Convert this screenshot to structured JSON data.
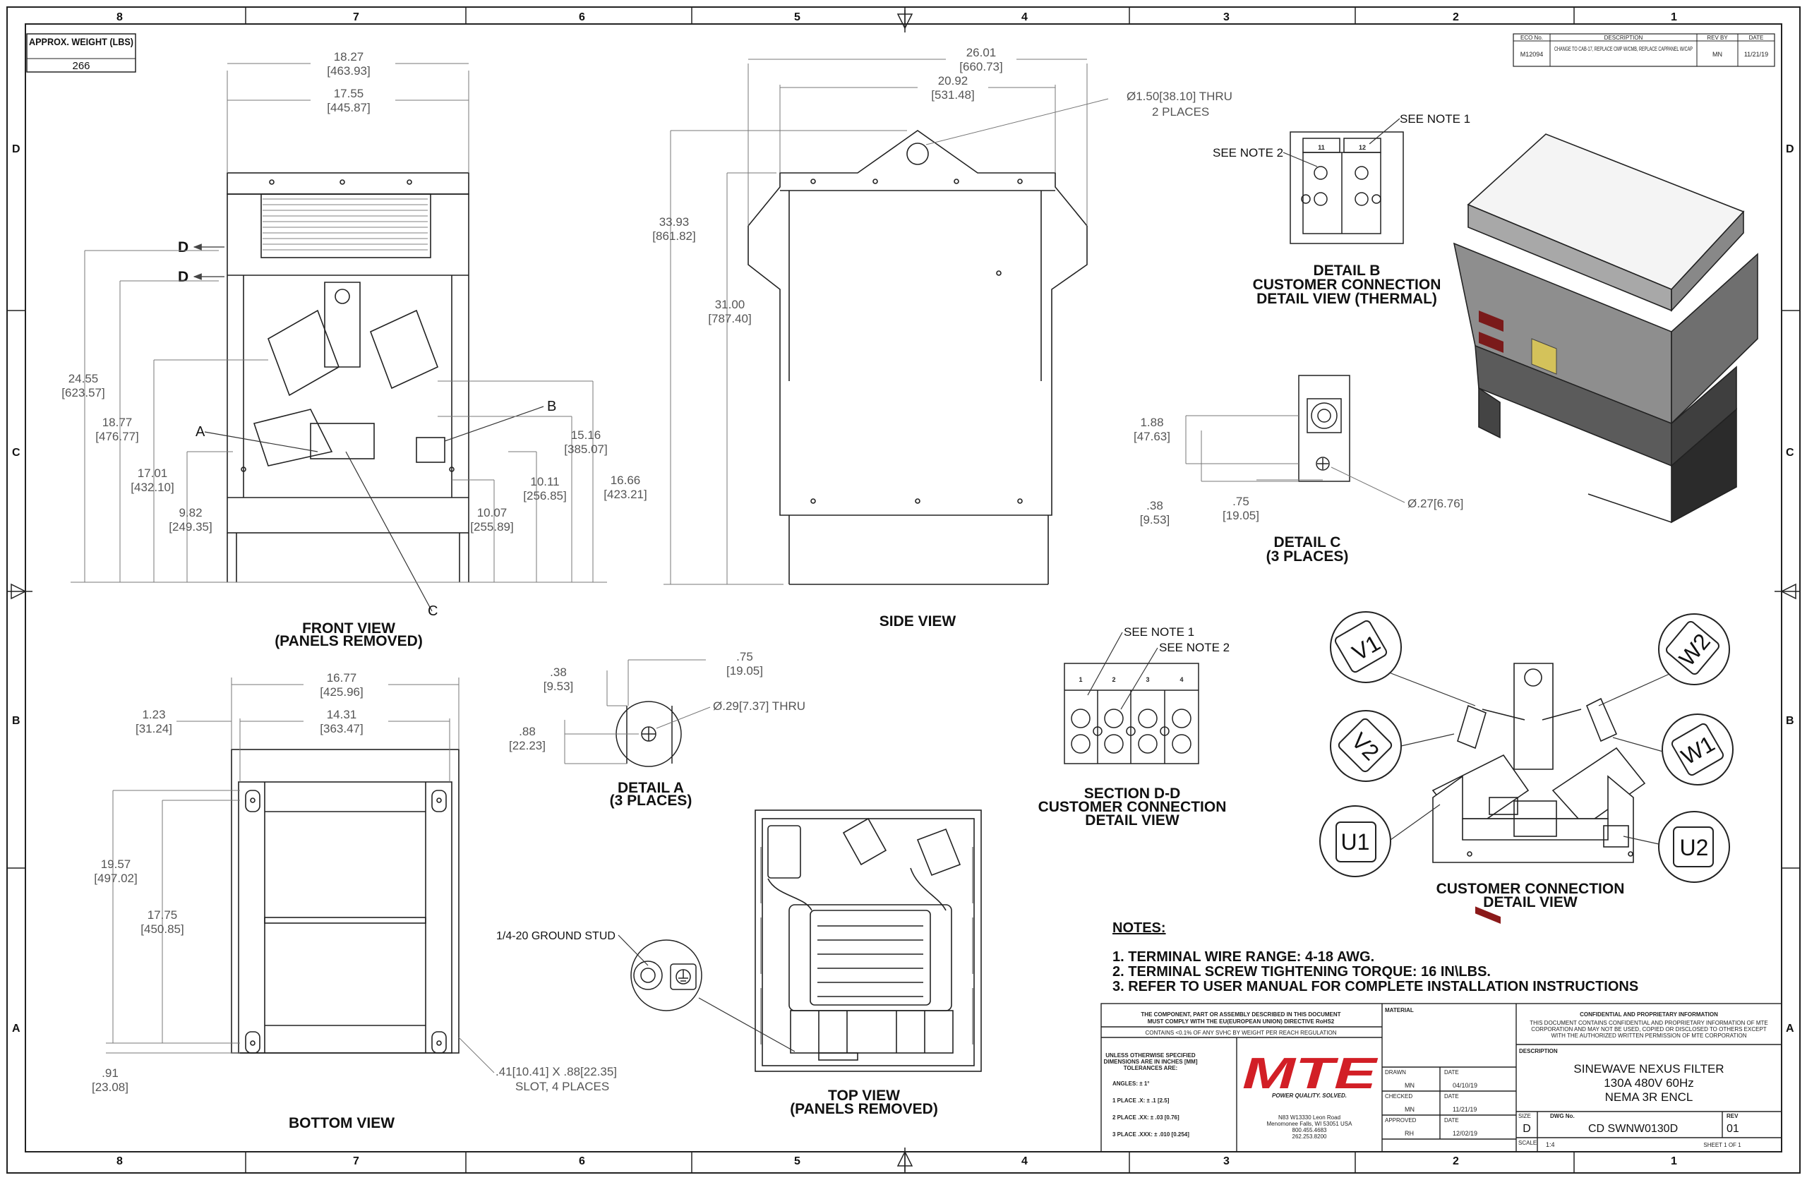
{
  "border": {
    "columns": [
      "8",
      "7",
      "6",
      "5",
      "4",
      "3",
      "2",
      "1"
    ],
    "rows": [
      "D",
      "C",
      "B",
      "A"
    ]
  },
  "weight_box": {
    "label": "APPROX. WEIGHT (LBS)",
    "value": "266"
  },
  "revision_table": {
    "headers": [
      "ECO No.",
      "DESCRIPTION",
      "REV BY",
      "DATE"
    ],
    "row": {
      "eco": "M12094",
      "description": "CHANGE TO CAB-17, REPLACE CMP W/CMB, REPLACE CAPPANEL W/CAP",
      "rev_by": "MN",
      "date": "11/21/19"
    }
  },
  "views": {
    "front": {
      "title": "FRONT VIEW",
      "subtitle": "(PANELS REMOVED)"
    },
    "side": {
      "title": "SIDE VIEW"
    },
    "bottom": {
      "title": "BOTTOM VIEW"
    },
    "top": {
      "title": "TOP VIEW",
      "subtitle": "(PANELS REMOVED)"
    },
    "detail_a": {
      "title": "DETAIL A",
      "subtitle": "(3 PLACES)"
    },
    "detail_b": {
      "title": "DETAIL B",
      "line2": "CUSTOMER CONNECTION",
      "line3": "DETAIL VIEW (THERMAL)"
    },
    "detail_c": {
      "title": "DETAIL C",
      "subtitle": "(3 PLACES)"
    },
    "section_dd": {
      "title": "SECTION D-D",
      "line2": "CUSTOMER CONNECTION",
      "line3": "DETAIL VIEW"
    },
    "customer": {
      "title": "CUSTOMER CONNECTION",
      "subtitle": "DETAIL VIEW"
    }
  },
  "callouts": {
    "a": "A",
    "b": "B",
    "c": "C",
    "d": "D",
    "see_note_1": "SEE NOTE 1",
    "see_note_2": "SEE NOTE 2",
    "ground_stud": "1/4-20 GROUND STUD",
    "thru_150": "Ø1.50[38.10] THRU",
    "two_places": "2 PLACES",
    "thru_029": "Ø.29[7.37] THRU",
    "dia_027": "Ø.27[6.76]",
    "slot": ".41[10.41] X .88[22.35]",
    "slot2": "SLOT, 4 PLACES",
    "term_11": "11",
    "term_12": "12",
    "terms": [
      "1",
      "2",
      "3",
      "4"
    ],
    "phases": [
      "V1",
      "V2",
      "U1",
      "W2",
      "W1",
      "U2"
    ]
  },
  "dims": {
    "f_1827": "18.27",
    "f_46393": "[463.93]",
    "f_1755": "17.55",
    "f_44587": "[445.87]",
    "f_2455": "24.55",
    "f_62357": "[623.57]",
    "f_1877": "18.77",
    "f_47677": "[476.77]",
    "f_1701": "17.01",
    "f_43210": "[432.10]",
    "f_982": "9.82",
    "f_24935": "[249.35]",
    "f_1516": "15.16",
    "f_38507": "[385.07]",
    "f_1011": "10.11",
    "f_25685": "[256.85]",
    "f_1007": "10.07",
    "f_25589": "[255.89]",
    "f_1666": "16.66",
    "f_42321": "[423.21]",
    "s_2601": "26.01",
    "s_66073": "[660.73]",
    "s_2092": "20.92",
    "s_53148": "[531.48]",
    "s_3393": "33.93",
    "s_86182": "[861.82]",
    "s_3100": "31.00",
    "s_78740": "[787.40]",
    "c_188": "1.88",
    "c_4763": "[47.63]",
    "c_38": ".38",
    "c_953": "[9.53]",
    "c_75": ".75",
    "c_1905": "[19.05]",
    "a_75": ".75",
    "a_1905": "[19.05]",
    "a_38": ".38",
    "a_953": "[9.53]",
    "a_88": ".88",
    "a_2223": "[22.23]",
    "b_1677": "16.77",
    "b_42596": "[425.96]",
    "b_1431": "14.31",
    "b_36347": "[363.47]",
    "b_123": "1.23",
    "b_3124": "[31.24]",
    "b_1957": "19.57",
    "b_49702": "[497.02]",
    "b_1775": "17.75",
    "b_45085": "[450.85]",
    "b_91": ".91",
    "b_2308": "[23.08]"
  },
  "notes": {
    "heading": "NOTES:",
    "items": [
      "1.  TERMINAL WIRE RANGE: 4-18 AWG.",
      "2.  TERMINAL SCREW TIGHTENING TORQUE: 16 IN\\LBS.",
      "3.  REFER TO USER MANUAL FOR COMPLETE INSTALLATION INSTRUCTIONS"
    ]
  },
  "title_block": {
    "compliance_1": "THE COMPONENT, PART OR ASSEMBLY DESCRIBED IN THIS DOCUMENT",
    "compliance_2": "MUST COMPLY WITH THE EU(EUROPEAN UNION) DIRECTIVE RoHS2",
    "compliance_3": "CONTAINS <0.1% OF ANY SVHC BY WEIGHT PER REACH REGULATION",
    "tol_1": "UNLESS OTHERWISE SPECIFIED",
    "tol_2": "DIMENSIONS ARE IN INCHES [MM]",
    "tol_3": "TOLERANCES ARE:",
    "angles": "ANGLES: ± 1°",
    "place1": "1 PLACE .X: ± .1 [2.5]",
    "place2": "2 PLACE .XX: ± .03 [0.76]",
    "place3": "3 PLACE .XXX: ± .010 [0.254]",
    "logo": "MTE",
    "tagline": "POWER QUALITY. SOLVED.",
    "addr_1": "N83 W13330 Leon Road",
    "addr_2": "Menomonee Falls, WI 53051 USA",
    "addr_3": "800.455.4683",
    "addr_4": "262.253.8200",
    "material_label": "MATERIAL",
    "drawn_label": "DRAWN",
    "drawn_by": "MN",
    "drawn_date": "04/10/19",
    "checked_label": "CHECKED",
    "checked_by": "MN",
    "checked_date": "11/21/19",
    "approved_label": "APPROVED",
    "approved_by": "RH",
    "approved_date": "12/02/19",
    "date_label": "DATE",
    "conf_title": "CONFIDENTIAL AND PROPRIETARY INFORMATION",
    "conf_1": "THIS DOCUMENT CONTAINS CONFIDENTIAL AND PROPRIETARY INFORMATION OF MTE",
    "conf_2": "CORPORATION AND MAY NOT BE USED, COPIED OR DISCLOSED TO OTHERS EXCEPT",
    "conf_3": "WITH THE AUTHORIZED WRITTEN PERMISSION OF MTE CORPORATION",
    "description_label": "DESCRIPTION",
    "desc_1": "SINEWAVE NEXUS FILTER",
    "desc_2": "130A 480V 60Hz",
    "desc_3": "NEMA 3R ENCL",
    "size_label": "SIZE",
    "size": "D",
    "dwg_label": "DWG No.",
    "dwg": "CD SWNW0130D",
    "rev_label": "REV",
    "rev": "01",
    "scale_label": "SCALE",
    "scale": "1:4",
    "sheet": "SHEET 1 OF 1"
  },
  "colors": {
    "line": "#222222",
    "dim": "#555555",
    "logo_red": "#d21f26"
  }
}
